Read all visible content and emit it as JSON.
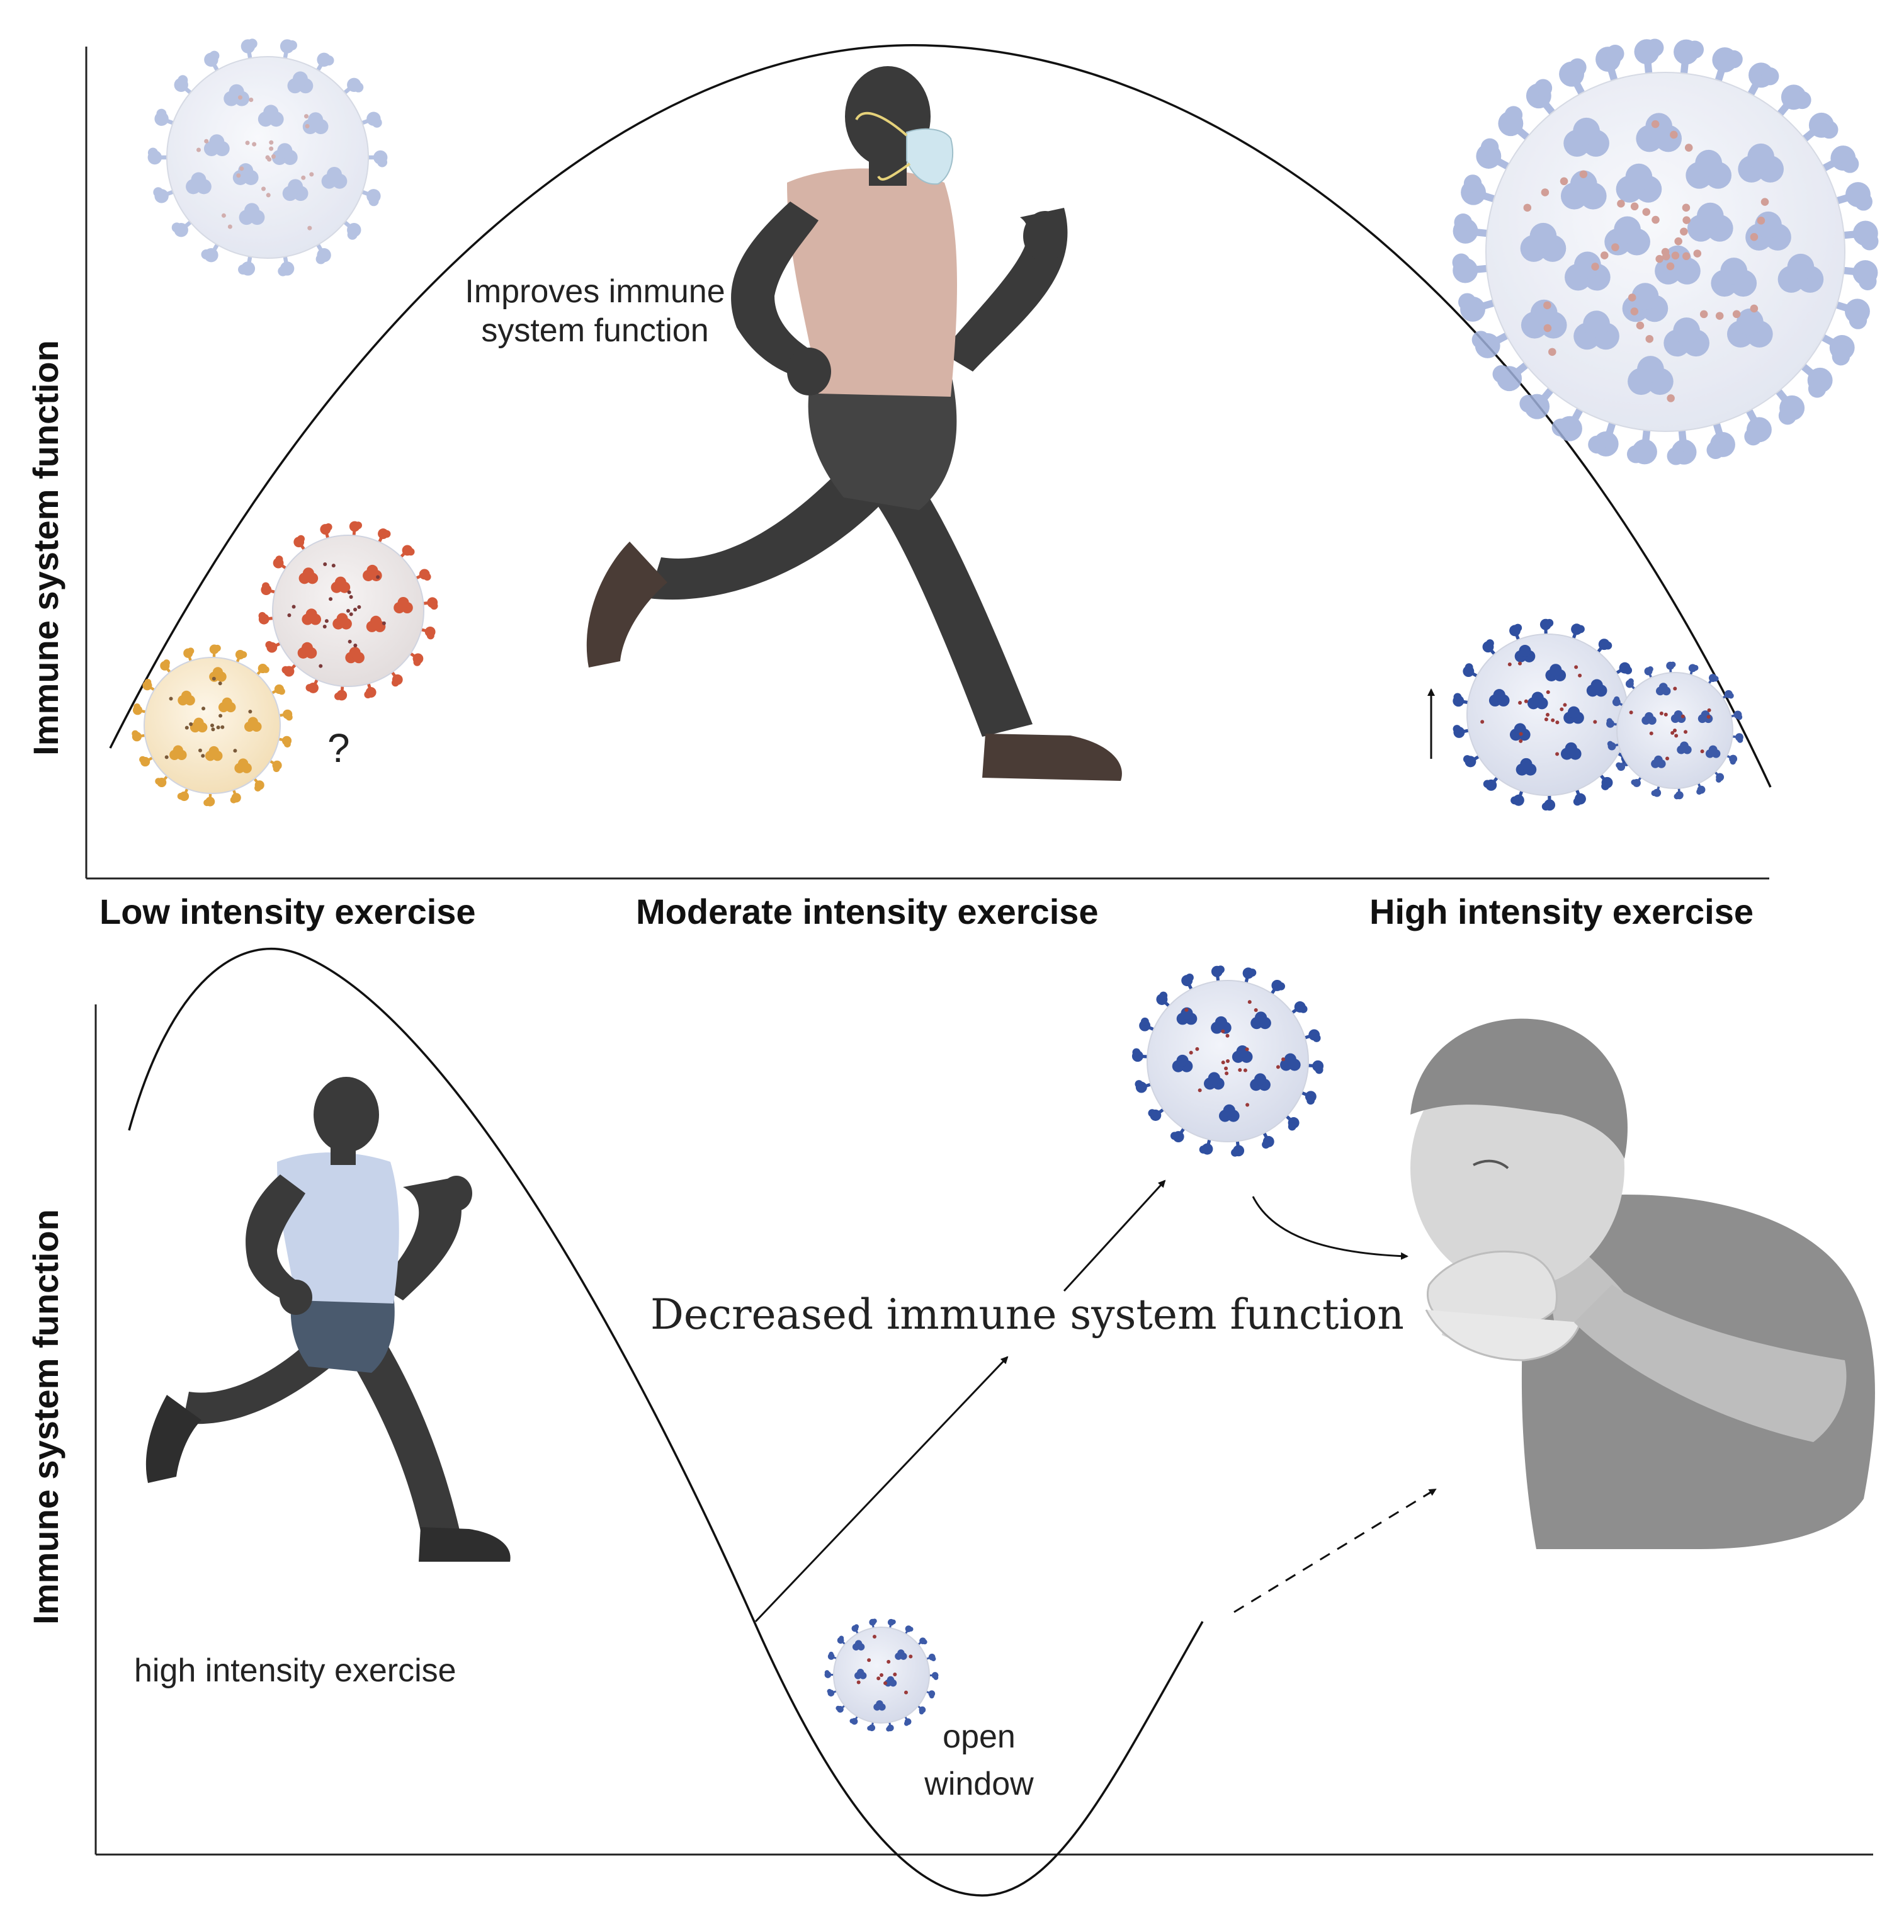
{
  "top_panel": {
    "y_axis_label": "Immune system function",
    "x_labels": {
      "low": "Low intensity exercise",
      "moderate": "Moderate intensity exercise",
      "high": "High  intensity exercise"
    },
    "peak_annotation": [
      "Improves immune",
      "system function"
    ],
    "question_mark": "?"
  },
  "bottom_panel": {
    "y_axis_label": "Immune system function",
    "exercise_label": "high  intensity exercise",
    "decreased_label": "Decreased immune system function",
    "open_window": [
      "open",
      "window"
    ]
  },
  "colors": {
    "virus_pale_blue": "#a9b8dd",
    "virus_orange": "#e0a23a",
    "virus_red": "#d4593a",
    "virus_dark_blue": "#2f4fa0",
    "runner_skin": "#3a3a3a",
    "runner_shirt_top": "#d6b3a6",
    "runner_shirt_bottom": "#c7d3ea",
    "sick_person_gray": "#9c9c9c"
  },
  "icons": [
    "virus-icon",
    "runner-icon",
    "face-mask-icon",
    "coughing-person-icon",
    "arrow-icon"
  ]
}
